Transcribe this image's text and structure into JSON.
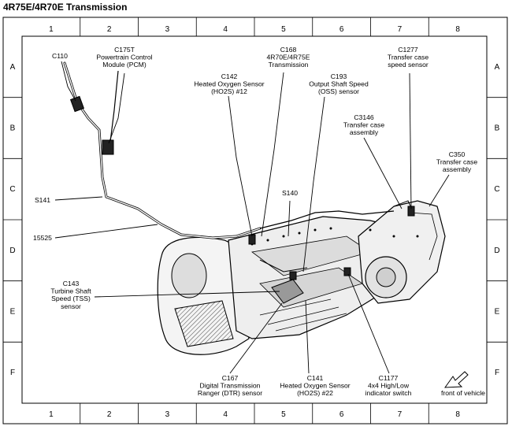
{
  "title": "4R75E/4R70E Transmission",
  "grid": {
    "columns": [
      "1",
      "2",
      "3",
      "4",
      "5",
      "6",
      "7",
      "8"
    ],
    "rows": [
      "A",
      "B",
      "C",
      "D",
      "E",
      "F"
    ]
  },
  "callouts": [
    {
      "id": "c110",
      "lines": [
        "C110"
      ]
    },
    {
      "id": "c175t",
      "lines": [
        "C175T",
        "Powertrain Control",
        "Module (PCM)"
      ]
    },
    {
      "id": "c168",
      "lines": [
        "C168",
        "4R70E/4R75E",
        "Transmission"
      ]
    },
    {
      "id": "c142",
      "lines": [
        "C142",
        "Heated Oxygen Sensor",
        "(HO2S) #12"
      ]
    },
    {
      "id": "c193",
      "lines": [
        "C193",
        "Output Shaft Speed",
        "(OSS) sensor"
      ]
    },
    {
      "id": "c1277",
      "lines": [
        "C1277",
        "Transfer case",
        "speed sensor"
      ]
    },
    {
      "id": "c3146",
      "lines": [
        "C3146",
        "Transfer case",
        "assembly"
      ]
    },
    {
      "id": "c350",
      "lines": [
        "C350",
        "Transfer case",
        "assembly"
      ]
    },
    {
      "id": "s141",
      "lines": [
        "S141"
      ]
    },
    {
      "id": "s140",
      "lines": [
        "S140"
      ]
    },
    {
      "id": "15525",
      "lines": [
        "15525"
      ]
    },
    {
      "id": "c143",
      "lines": [
        "C143",
        "Turbine Shaft",
        "Speed (TSS)",
        "sensor"
      ]
    },
    {
      "id": "c167",
      "lines": [
        "C167",
        "Digital Transmission",
        "Ranger (DTR) sensor"
      ]
    },
    {
      "id": "c141",
      "lines": [
        "C141",
        "Heated Oxygen Sensor",
        "(HO2S) #22"
      ]
    },
    {
      "id": "c1177",
      "lines": [
        "C1177",
        "4x4 High/Low",
        "indicator switch"
      ]
    }
  ],
  "orientation_label": "front of vehicle"
}
